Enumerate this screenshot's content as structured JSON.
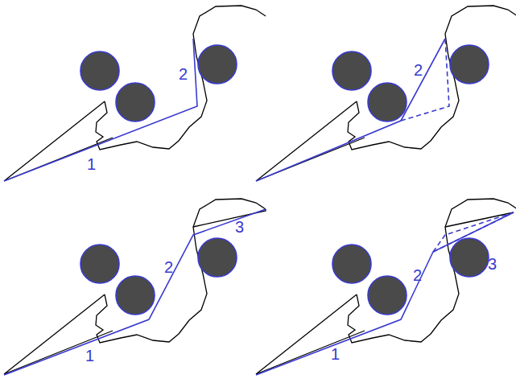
{
  "diagram": {
    "labels": [
      "2",
      "1",
      "2",
      "3",
      "2",
      "1",
      "3",
      "2",
      "1"
    ]
  }
}
